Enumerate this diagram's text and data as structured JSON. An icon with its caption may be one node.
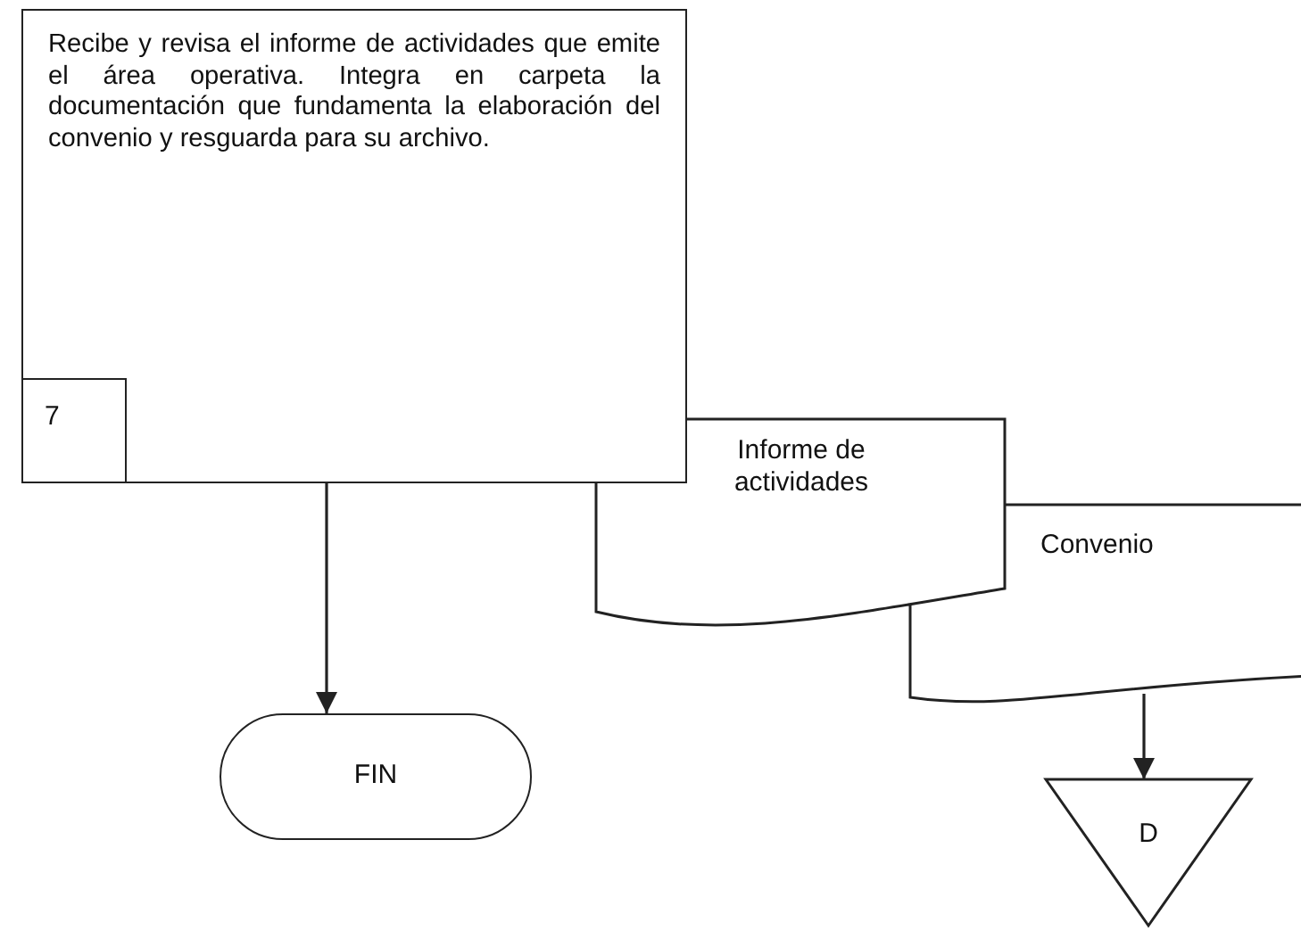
{
  "diagram": {
    "nodes": [
      {
        "text": [
          "Recibe y revisa el informe de actividades que emite el área operativa. Integra en carpeta la documentación que fundamenta la elaboración del convenio y resguarda para su archivo."
        ]
      },
      {
        "text": [
          "7"
        ],
        "in": 0
      },
      {
        "text": [
          "Informe de actividades"
        ]
      },
      {
        "text": [
          "Convenio"
        ]
      },
      {
        "text": [
          "FIN"
        ]
      },
      {
        "text": [
          "D"
        ]
      }
    ],
    "edges": [
      {
        "from": 0,
        "to": 4,
        "arrow": "to"
      },
      {
        "from": 3,
        "to": 5,
        "arrow": "to"
      }
    ]
  }
}
